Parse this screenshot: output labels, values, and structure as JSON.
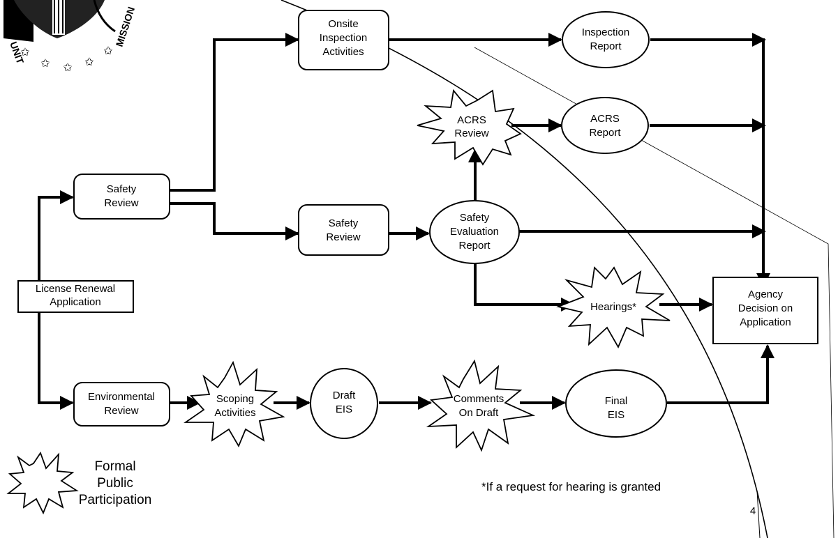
{
  "nodes": {
    "onsite_inspection": [
      "Onsite",
      "Inspection",
      "Activities"
    ],
    "inspection_report": [
      "Inspection",
      "Report"
    ],
    "acrs_review": [
      "ACRS",
      "Review"
    ],
    "acrs_report": [
      "ACRS",
      "Report"
    ],
    "safety_review_1": [
      "Safety",
      "Review"
    ],
    "safety_review_2": [
      "Safety",
      "Review"
    ],
    "safety_evaluation_report": [
      "Safety",
      "Evaluation",
      "Report"
    ],
    "license_renewal": [
      "License Renewal",
      "Application"
    ],
    "hearings": [
      "Hearings*"
    ],
    "agency_decision": [
      "Agency",
      "Decision on",
      "Application"
    ],
    "environmental_review": [
      "Environmental",
      "Review"
    ],
    "scoping_activities": [
      "Scoping",
      "Activities"
    ],
    "draft_eis": [
      "Draft",
      "EIS"
    ],
    "comments_on_draft": [
      "Comments",
      "On Draft"
    ],
    "final_eis": [
      "Final",
      "EIS"
    ]
  },
  "legend": {
    "shape": "starburst",
    "label": [
      "Formal",
      "Public",
      "Participation"
    ]
  },
  "footnote": "*If a request for hearing is granted",
  "page_number": "4",
  "seal": {
    "text": [
      "UNIT",
      "MISSION"
    ]
  },
  "colors": {
    "ink": "#000000",
    "background": "#ffffff"
  }
}
